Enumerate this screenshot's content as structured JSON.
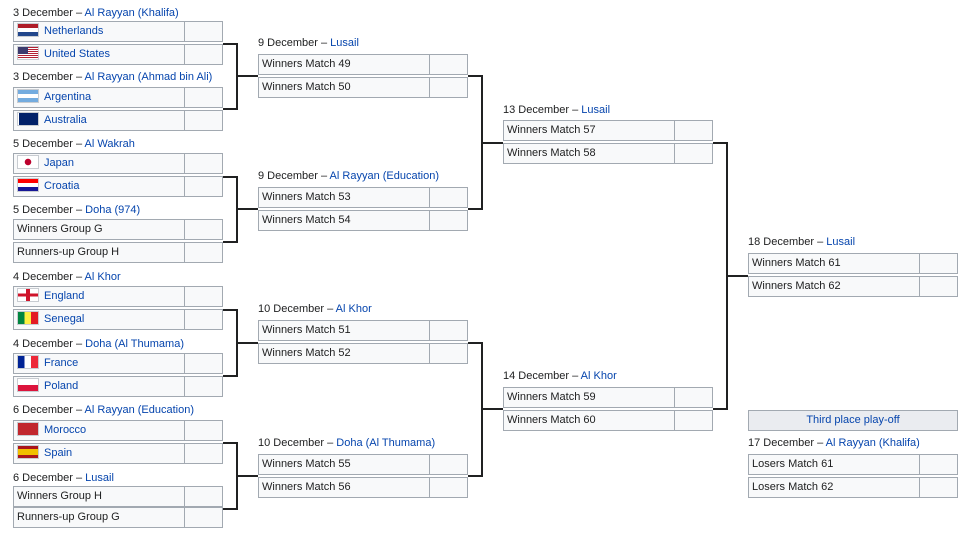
{
  "round_of_16": [
    {
      "date": "3 December",
      "venue": "Al Rayyan (Khalifa)",
      "teams": [
        {
          "name": "Netherlands",
          "flag": "nl"
        },
        {
          "name": "United States",
          "flag": "us"
        }
      ]
    },
    {
      "date": "3 December",
      "venue": "Al Rayyan (Ahmad bin Ali)",
      "teams": [
        {
          "name": "Argentina",
          "flag": "ar"
        },
        {
          "name": "Australia",
          "flag": "au"
        }
      ]
    },
    {
      "date": "5 December",
      "venue": "Al Wakrah",
      "teams": [
        {
          "name": "Japan",
          "flag": "jp"
        },
        {
          "name": "Croatia",
          "flag": "hr"
        }
      ]
    },
    {
      "date": "5 December",
      "venue": "Doha (974)",
      "teams": [
        {
          "name": "Winners Group G",
          "flag": ""
        },
        {
          "name": "Runners-up Group H",
          "flag": ""
        }
      ]
    },
    {
      "date": "4 December",
      "venue": "Al Khor",
      "teams": [
        {
          "name": "England",
          "flag": "en"
        },
        {
          "name": "Senegal",
          "flag": "sn"
        }
      ]
    },
    {
      "date": "4 December",
      "venue": "Doha (Al Thumama)",
      "teams": [
        {
          "name": "France",
          "flag": "fr"
        },
        {
          "name": "Poland",
          "flag": "pl"
        }
      ]
    },
    {
      "date": "6 December",
      "venue": "Al Rayyan (Education)",
      "teams": [
        {
          "name": "Morocco",
          "flag": "ma"
        },
        {
          "name": "Spain",
          "flag": "es"
        }
      ]
    },
    {
      "date": "6 December",
      "venue": "Lusail",
      "teams": [
        {
          "name": "Winners Group H",
          "flag": ""
        },
        {
          "name": "Runners-up Group G",
          "flag": ""
        }
      ]
    }
  ],
  "quarter_finals": [
    {
      "date": "9 December",
      "venue": "Lusail",
      "teams": [
        {
          "name": "Winners Match 49"
        },
        {
          "name": "Winners Match 50"
        }
      ]
    },
    {
      "date": "9 December",
      "venue": "Al Rayyan (Education)",
      "teams": [
        {
          "name": "Winners Match 53"
        },
        {
          "name": "Winners Match 54"
        }
      ]
    },
    {
      "date": "10 December",
      "venue": "Al Khor",
      "teams": [
        {
          "name": "Winners Match 51"
        },
        {
          "name": "Winners Match 52"
        }
      ]
    },
    {
      "date": "10 December",
      "venue": "Doha (Al Thumama)",
      "teams": [
        {
          "name": "Winners Match 55"
        },
        {
          "name": "Winners Match 56"
        }
      ]
    }
  ],
  "semi_finals": [
    {
      "date": "13 December",
      "venue": "Lusail",
      "teams": [
        {
          "name": "Winners Match 57"
        },
        {
          "name": "Winners Match 58"
        }
      ]
    },
    {
      "date": "14 December",
      "venue": "Al Khor",
      "teams": [
        {
          "name": "Winners Match 59"
        },
        {
          "name": "Winners Match 60"
        }
      ]
    }
  ],
  "final": {
    "date": "18 December",
    "venue": "Lusail",
    "teams": [
      {
        "name": "Winners Match 61"
      },
      {
        "name": "Winners Match 62"
      }
    ]
  },
  "third_place": {
    "label": "Third place play-off",
    "date": "17 December",
    "venue": "Al Rayyan (Khalifa)",
    "teams": [
      {
        "name": "Losers Match 61"
      },
      {
        "name": "Losers Match 62"
      }
    ]
  },
  "separator": " – "
}
